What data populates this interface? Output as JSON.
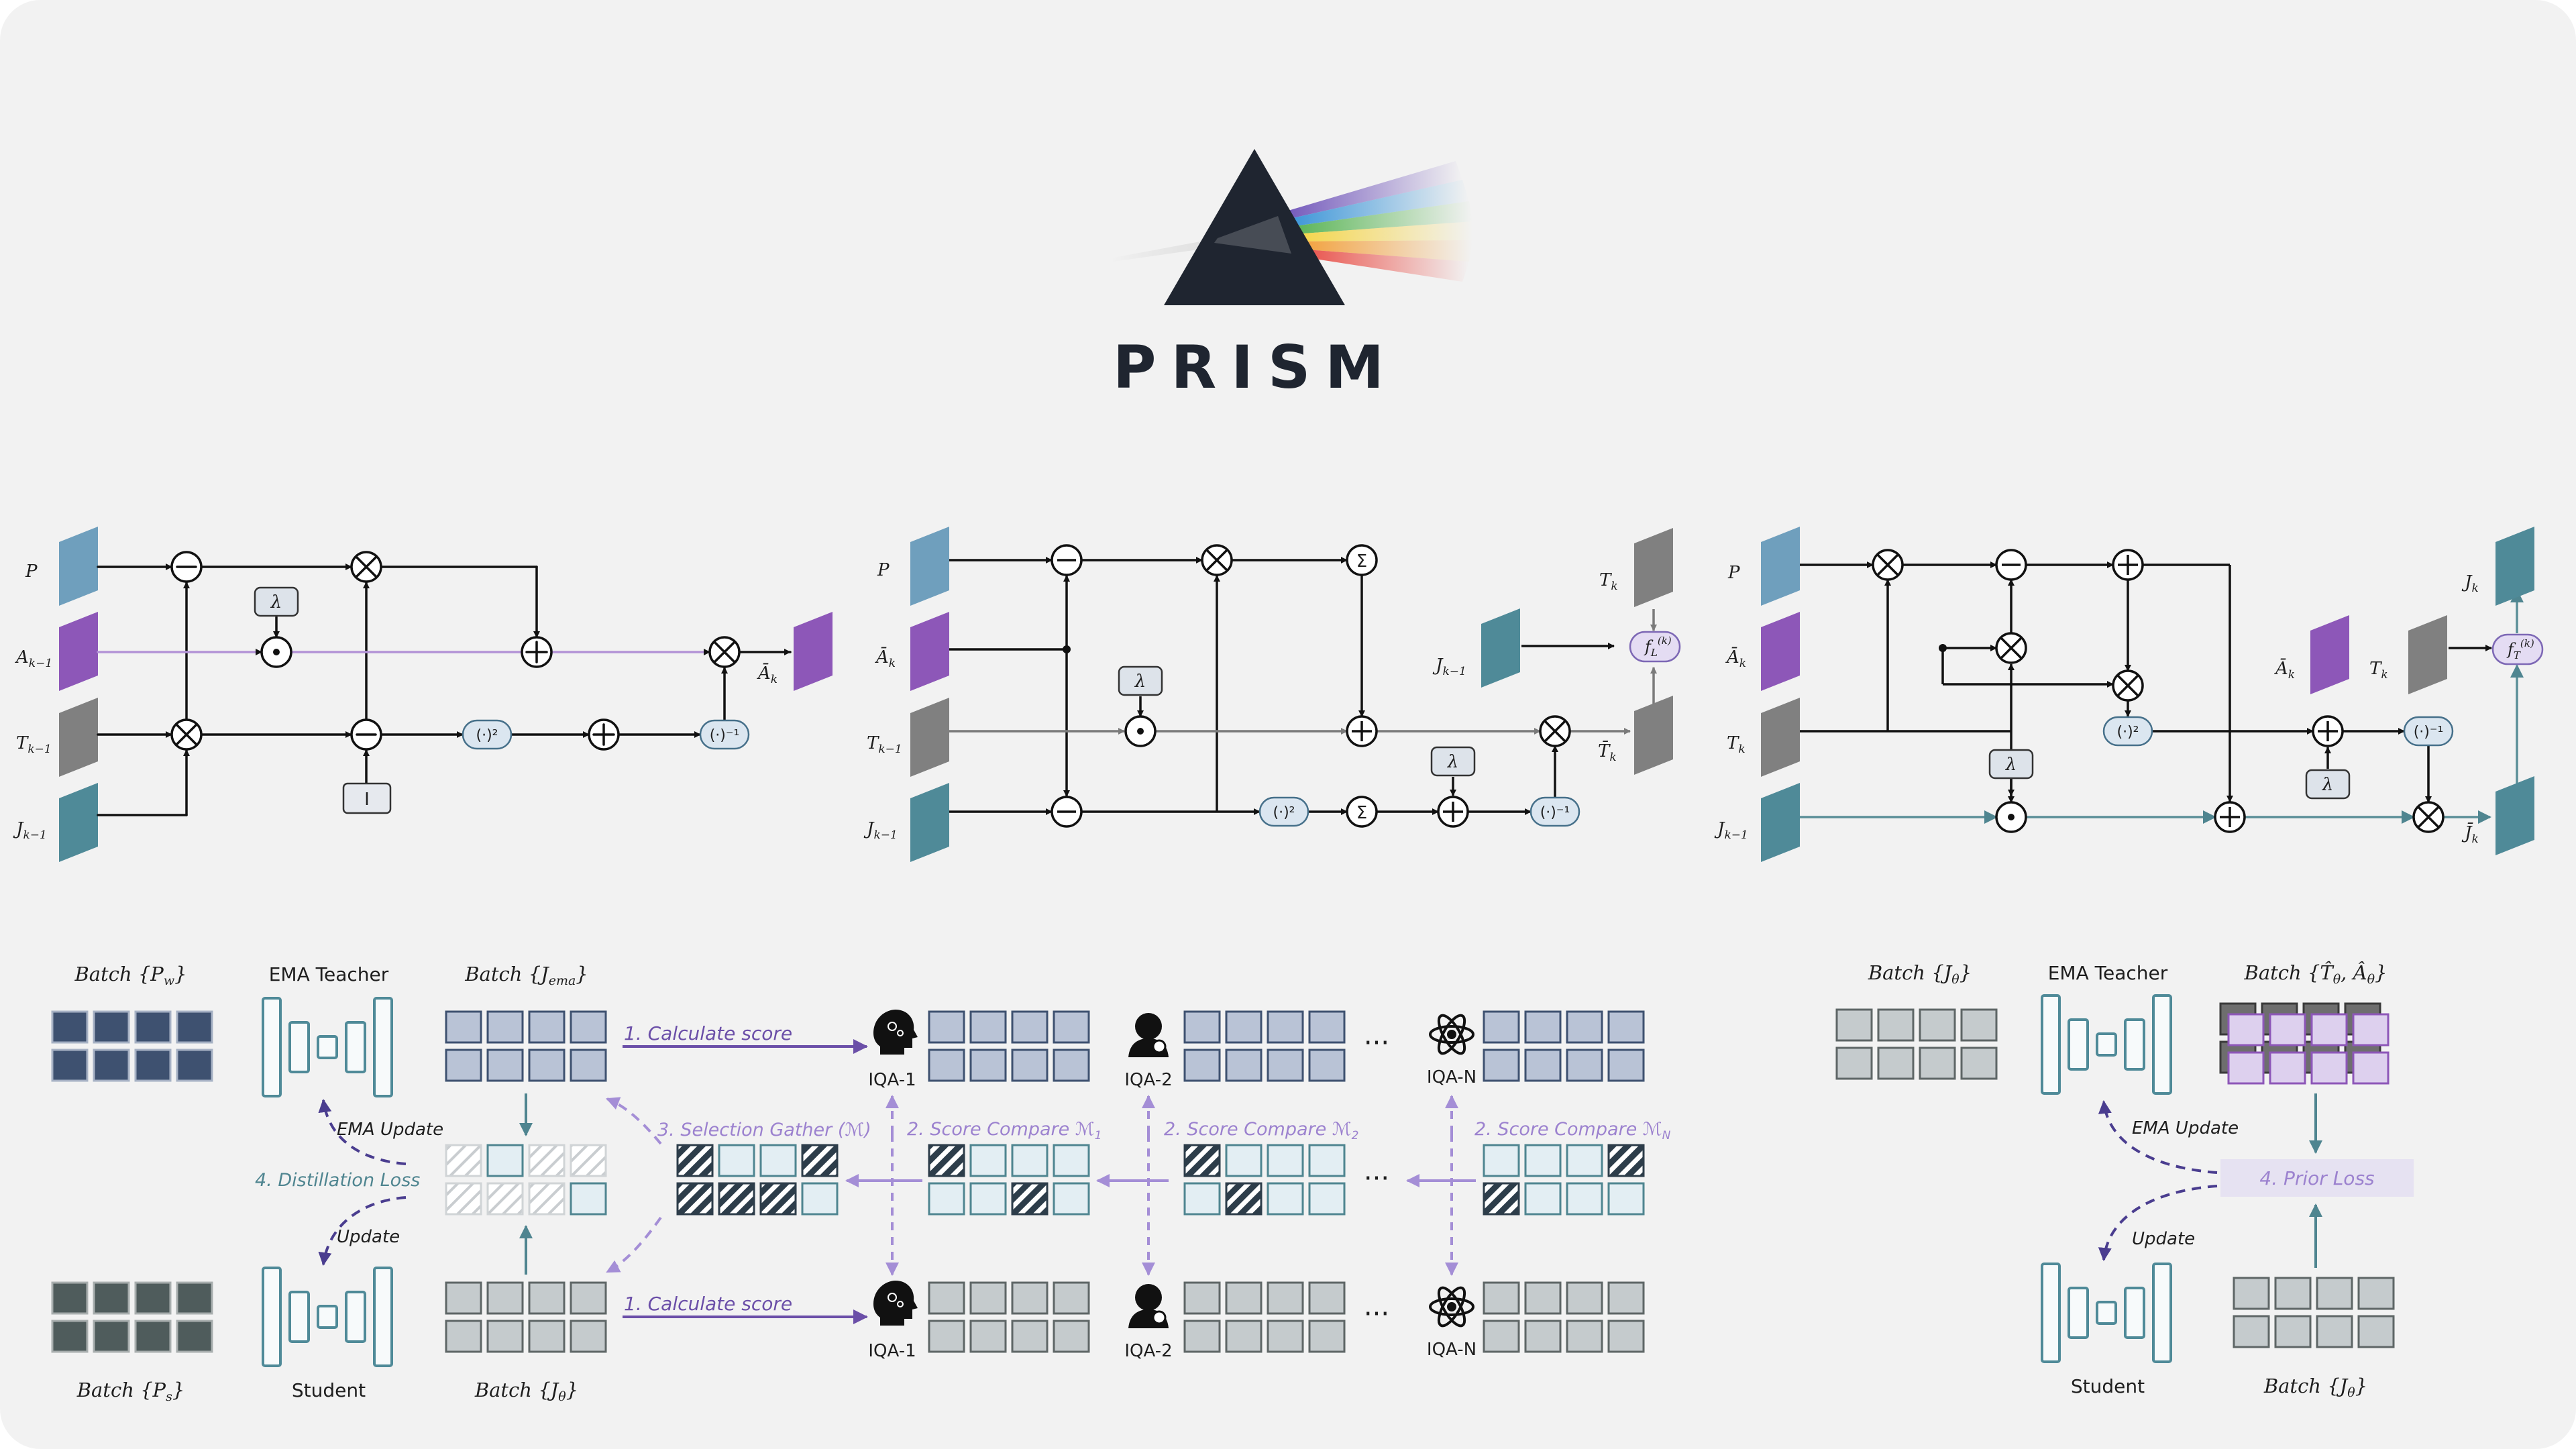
{
  "logo": {
    "title": "PRISM"
  },
  "colors": {
    "background": "#f2f2f2",
    "blue_cube": "#6f9fbd",
    "purple_cube": "#8d57b8",
    "gray_cube": "#808080",
    "teal_cube": "#4f8a98",
    "dark_navy_tile": "#3e5170",
    "navy_tile_fill": "#b9c3d6",
    "gray_tile": "#9ea4a8",
    "dark_gray_tile": "#4f5c5c",
    "light_purple_tile": "#ddd0ee",
    "purple_arrow": "#6b4fa8",
    "light_purple_arrow": "#a48ed6",
    "teal_arrow": "#4f8590"
  },
  "panel1": {
    "inputs": [
      "P",
      "A_{k-1}",
      "T_{k-1}",
      "J_{k-1}"
    ],
    "input_labels": [
      "P",
      "A",
      "T",
      "J"
    ],
    "input_subs": [
      "",
      "k−1",
      "k−1",
      "k−1"
    ],
    "ops": [
      "−",
      "×",
      "×",
      "−",
      "⊙",
      "+",
      "+",
      "×"
    ],
    "lambda": "λ",
    "identity": "I",
    "square": "(·)²",
    "inverse": "(·)⁻¹",
    "output_label": "Ā",
    "output_sub": "k"
  },
  "panel2": {
    "inputs": [
      "P",
      "Ā_k",
      "T_{k-1}",
      "J_{k-1}"
    ],
    "input_labels": [
      "P",
      "Ā",
      "T",
      "J"
    ],
    "input_subs": [
      "",
      "k",
      "k−1",
      "k−1"
    ],
    "lambda": "λ",
    "sum": "Σ",
    "square": "(·)²",
    "inverse": "(·)⁻¹",
    "fl": "f",
    "fl_sub": "L",
    "fl_sup": "(k)",
    "out_top_label": "T",
    "out_top_sub": "k",
    "out_mid_label": "J",
    "out_mid_sub": "k−1",
    "out_bot_label": "T̄",
    "out_bot_sub": "k"
  },
  "panel3": {
    "inputs": [
      "P",
      "Ā_k",
      "T_k",
      "J_{k-1}"
    ],
    "input_labels": [
      "P",
      "Ā",
      "T",
      "J"
    ],
    "input_subs": [
      "",
      "k",
      "k",
      "k−1"
    ],
    "lambda": "λ",
    "square": "(·)²",
    "inverse": "(·)⁻¹",
    "ft": "f",
    "ft_sub": "T",
    "ft_sup": "(k)",
    "mid_a_label": "Ā",
    "mid_a_sub": "k",
    "mid_t_label": "T",
    "mid_t_sub": "k",
    "out_top_label": "J",
    "out_top_sub": "k",
    "out_bot_label": "J̄",
    "out_bot_sub": "k"
  },
  "bottom_left": {
    "batch_pw": "Batch {P",
    "batch_pw_sub": "w",
    "batch_ps": "Batch {P",
    "batch_ps_sub": "s",
    "batch_jema": "Batch {J",
    "batch_jema_sub": "ema",
    "batch_jtheta": "Batch {J",
    "batch_jtheta_sub": "θ",
    "close_brace": "}",
    "ema_teacher": "EMA Teacher",
    "student": "Student",
    "ema_update": "EMA Update",
    "distillation_loss": "4. Distillation Loss",
    "update": "Update",
    "calc_score_top": "1. Calculate score",
    "calc_score_bottom": "1. Calculate score",
    "selection_gather": "3. Selection Gather (ℳ)",
    "score_compare_1": "2. Score Compare ℳ",
    "score_compare_1_sub": "1",
    "score_compare_2": "2. Score Compare ℳ",
    "score_compare_2_sub": "2",
    "score_compare_n": "2. Score Compare ℳ",
    "score_compare_n_sub": "N",
    "iqa_1": "IQA-1",
    "iqa_2": "IQA-2",
    "iqa_n": "IQA-N",
    "ellipsis": "···"
  },
  "bottom_right": {
    "batch_jtheta_top": "Batch {J",
    "batch_jtheta_top_sub": "θ",
    "batch_that": "Batch {T̂",
    "batch_that_sub": "θ",
    "batch_that_mid": ", Â",
    "batch_that_sub2": "θ",
    "close_brace": "}",
    "ema_teacher": "EMA Teacher",
    "student": "Student",
    "ema_update": "EMA Update",
    "update": "Update",
    "prior_loss": "4. Prior Loss",
    "batch_jtheta_bottom": "Batch {J",
    "batch_jtheta_bottom_sub": "θ"
  }
}
